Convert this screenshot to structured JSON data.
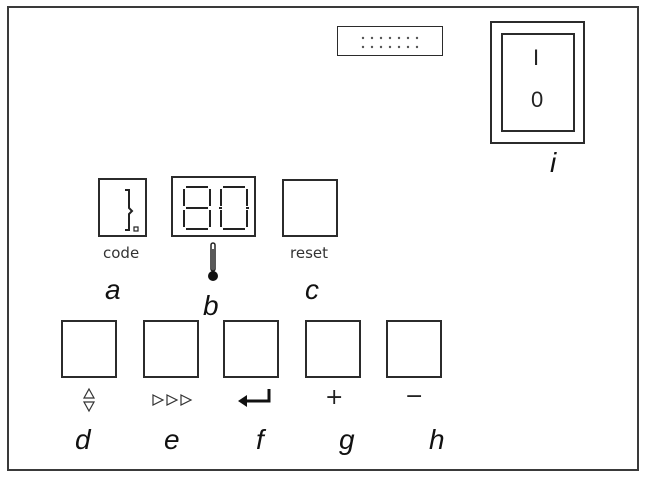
{
  "captions": {
    "code": "code",
    "reset": "reset"
  },
  "letters": {
    "a": "a",
    "b": "b",
    "c": "c",
    "d": "d",
    "e": "e",
    "f": "f",
    "g": "g",
    "h": "h",
    "i": "i"
  },
  "switch": {
    "on_mark": "I",
    "off_mark": "0"
  },
  "symbols": {
    "plus": "+",
    "minus": "−"
  },
  "icons": {
    "code_display": "single-digit-seven-segment-display",
    "temperature_display": "two-digit-seven-segment-display",
    "thermometer": "thermometer-icon",
    "updown": "up-down-arrows-icon",
    "fast_forward": "triple-triangle-icon",
    "enter": "enter-arrow-icon",
    "connector": "connector-pin-header"
  }
}
